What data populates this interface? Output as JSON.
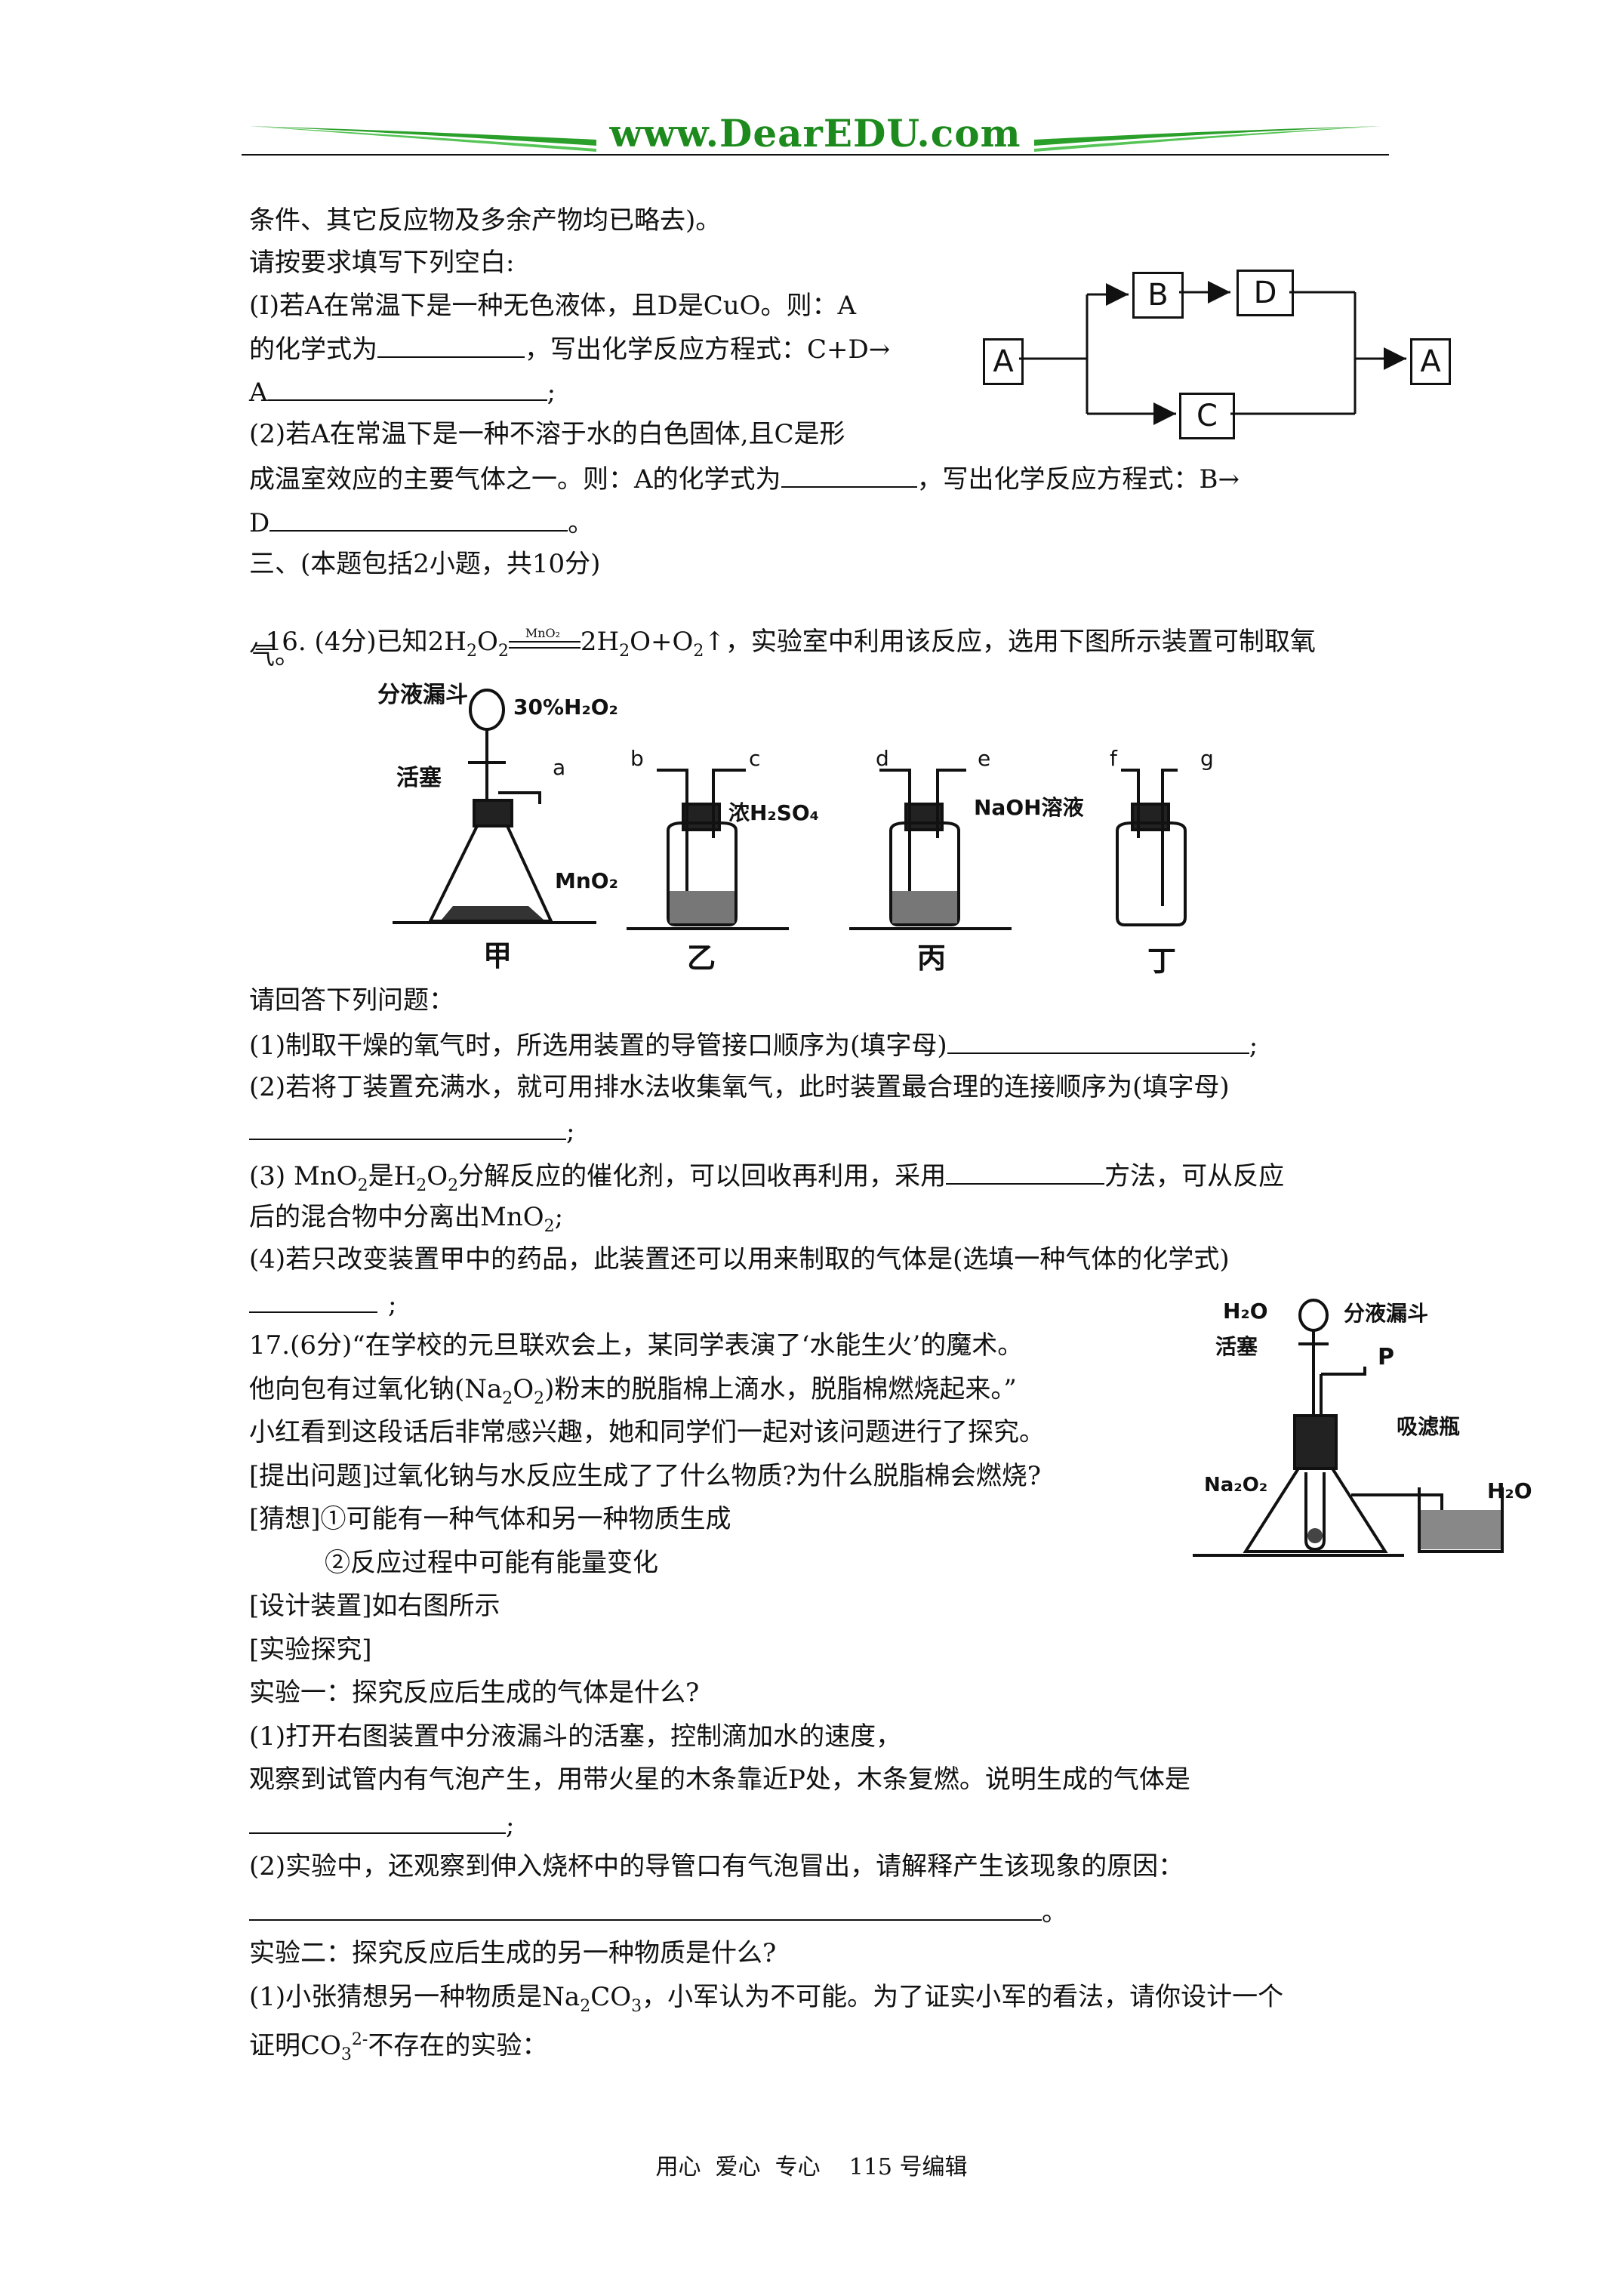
{
  "header": {
    "site": "www.DearEDU.com"
  },
  "lines": {
    "l1": "条件、其它反应物及多余产物均已略去)。",
    "l2": "请按要求填写下列空白:",
    "l3": "(I)若A在常温下是一种无色液体，且D是CuO。则：A",
    "l4a": "的化学式为",
    "l4b": "，写出化学反应方程式：C+D→",
    "l5a": "A",
    "l5b": ";",
    "l6": "(2)若A在常温下是一种不溶于水的白色固体,且C是形",
    "l7a": "成温室效应的主要气体之一。则：A的化学式为",
    "l7b": "，写出化学反应方程式：B→",
    "l8a": "D",
    "l8b": "。",
    "l9": "三、(本题包括2小题，共10分)",
    "l10a": "16. (4分)已知2H",
    "l10b": "2H",
    "l10c": "O+O",
    "l10d": "↑，实验室中利用该反应，选用下图所示装置可制取氧",
    "l11": "气。",
    "l12": "请回答下列问题：",
    "l13a": "(1)制取干燥的氧气时，所选用装置的导管接口顺序为(填字母)",
    "l13b": ";",
    "l14": "(2)若将丁装置充满水，就可用排水法收集氧气，此时装置最合理的连接顺序为(填字母)",
    "l15b": ";",
    "l16a": "(3) MnO",
    "l16b": "是H",
    "l16c": "O",
    "l16d": "分解反应的催化剂，可以回收再利用，采用",
    "l16e": "方法，可从反应",
    "l17a": "后的混合物中分离出MnO",
    "l17b": ";",
    "l18": "(4)若只改变装置甲中的药品，此装置还可以用来制取的气体是(选填一种气体的化学式)",
    "l19b": ";",
    "l20": "17.(6分)“在学校的元旦联欢会上，某同学表演了‘水能生火’的魔术。",
    "l21a": "他向包有过氧化钠(Na",
    "l21b": "O",
    "l21c": ")粉末的脱脂棉上滴水，脱脂棉燃烧起来。”",
    "l22": "小红看到这段话后非常感兴趣，她和同学们一起对该问题进行了探究。",
    "l23": "[提出问题]过氧化钠与水反应生成了了什么物质?为什么脱脂棉会燃烧?",
    "l24": "[猜想]①可能有一种气体和另一种物质生成",
    "l25": "②反应过程中可能有能量变化",
    "l26": "[设计装置]如右图所示",
    "l27": "[实验探究]",
    "l28": "实验一：探究反应后生成的气体是什么?",
    "l29": "(1)打开右图装置中分液漏斗的活塞，控制滴加水的速度，",
    "l30": "观察到试管内有气泡产生，用带火星的木条靠近P处，木条复燃。说明生成的气体是",
    "l31b": ";",
    "l32": "(2)实验中，还观察到伸入烧杯中的导管口有气泡冒出，请解释产生该现象的原因：",
    "l33b": "。",
    "l34": "实验二：探究反应后生成的另一种物质是什么?",
    "l35a": "(1)小张猜想另一种物质是Na",
    "l35b": "CO",
    "l35c": "，小军认为不可能。为了证实小军的看法，请你设计一个",
    "l36a": "证明CO",
    "l36b": "不存在的实验："
  },
  "sub": {
    "two": "2",
    "three": "3",
    "charge": "2-",
    "mno2": "MnO₂"
  },
  "flow": {
    "A": "A",
    "B": "B",
    "C": "C",
    "D": "D"
  },
  "apparatus": {
    "fenyeloudou": "分液漏斗",
    "h2o2": "30%H₂O₂",
    "huosai": "活塞",
    "a": "a",
    "b": "b",
    "c": "c",
    "d": "d",
    "e": "e",
    "f": "f",
    "g": "g",
    "h2so4": "浓H₂SO₄",
    "naoh": "NaOH溶液",
    "mno2": "MnO₂",
    "jia": "甲",
    "yi": "乙",
    "bing": "丙",
    "ding": "丁"
  },
  "apparatus2": {
    "h2o": "H₂O",
    "fenyeloudou": "分液漏斗",
    "huosai": "活塞",
    "p": "P",
    "xilvping": "吸滤瓶",
    "na2o2": "Na₂O₂",
    "h2o_beaker": "H₂O"
  },
  "footer": {
    "text": "用心  爱心  专心    115 号编辑"
  }
}
